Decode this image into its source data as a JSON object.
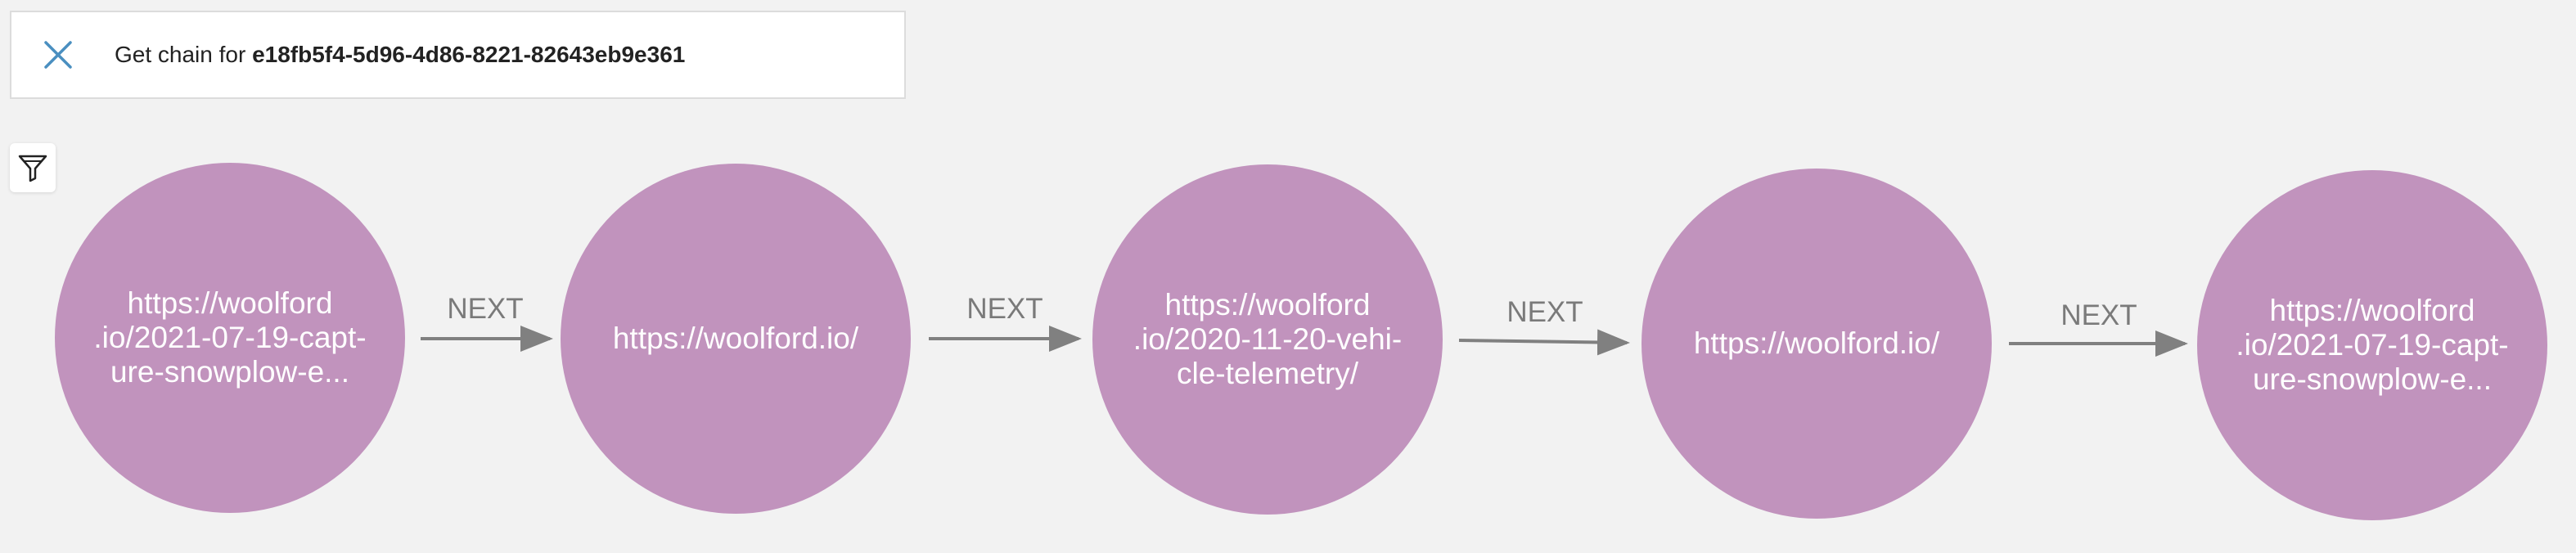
{
  "query_bar": {
    "prefix": "Get chain for ",
    "chain_id": "e18fb5f4-5d96-4d86-8221-82643eb9e361"
  },
  "icons": {
    "close": "close-icon",
    "filter": "filter-icon"
  },
  "colors": {
    "node_fill": "#c193bd",
    "edge": "#808080",
    "close_icon": "#4a8fc0"
  },
  "graph": {
    "nodes": [
      {
        "label_lines": [
          "https://woolford",
          ".io/2021-07-19-capt-",
          "ure-snowplow-e..."
        ]
      },
      {
        "label_lines": [
          "https://woolford.io/"
        ]
      },
      {
        "label_lines": [
          "https://woolford",
          ".io/2020-11-20-vehi-",
          "cle-telemetry/"
        ]
      },
      {
        "label_lines": [
          "https://woolford.io/"
        ]
      },
      {
        "label_lines": [
          "https://woolford",
          ".io/2021-07-19-capt-",
          "ure-snowplow-e..."
        ]
      }
    ],
    "edges": [
      {
        "label": "NEXT"
      },
      {
        "label": "NEXT"
      },
      {
        "label": "NEXT"
      },
      {
        "label": "NEXT"
      }
    ]
  }
}
